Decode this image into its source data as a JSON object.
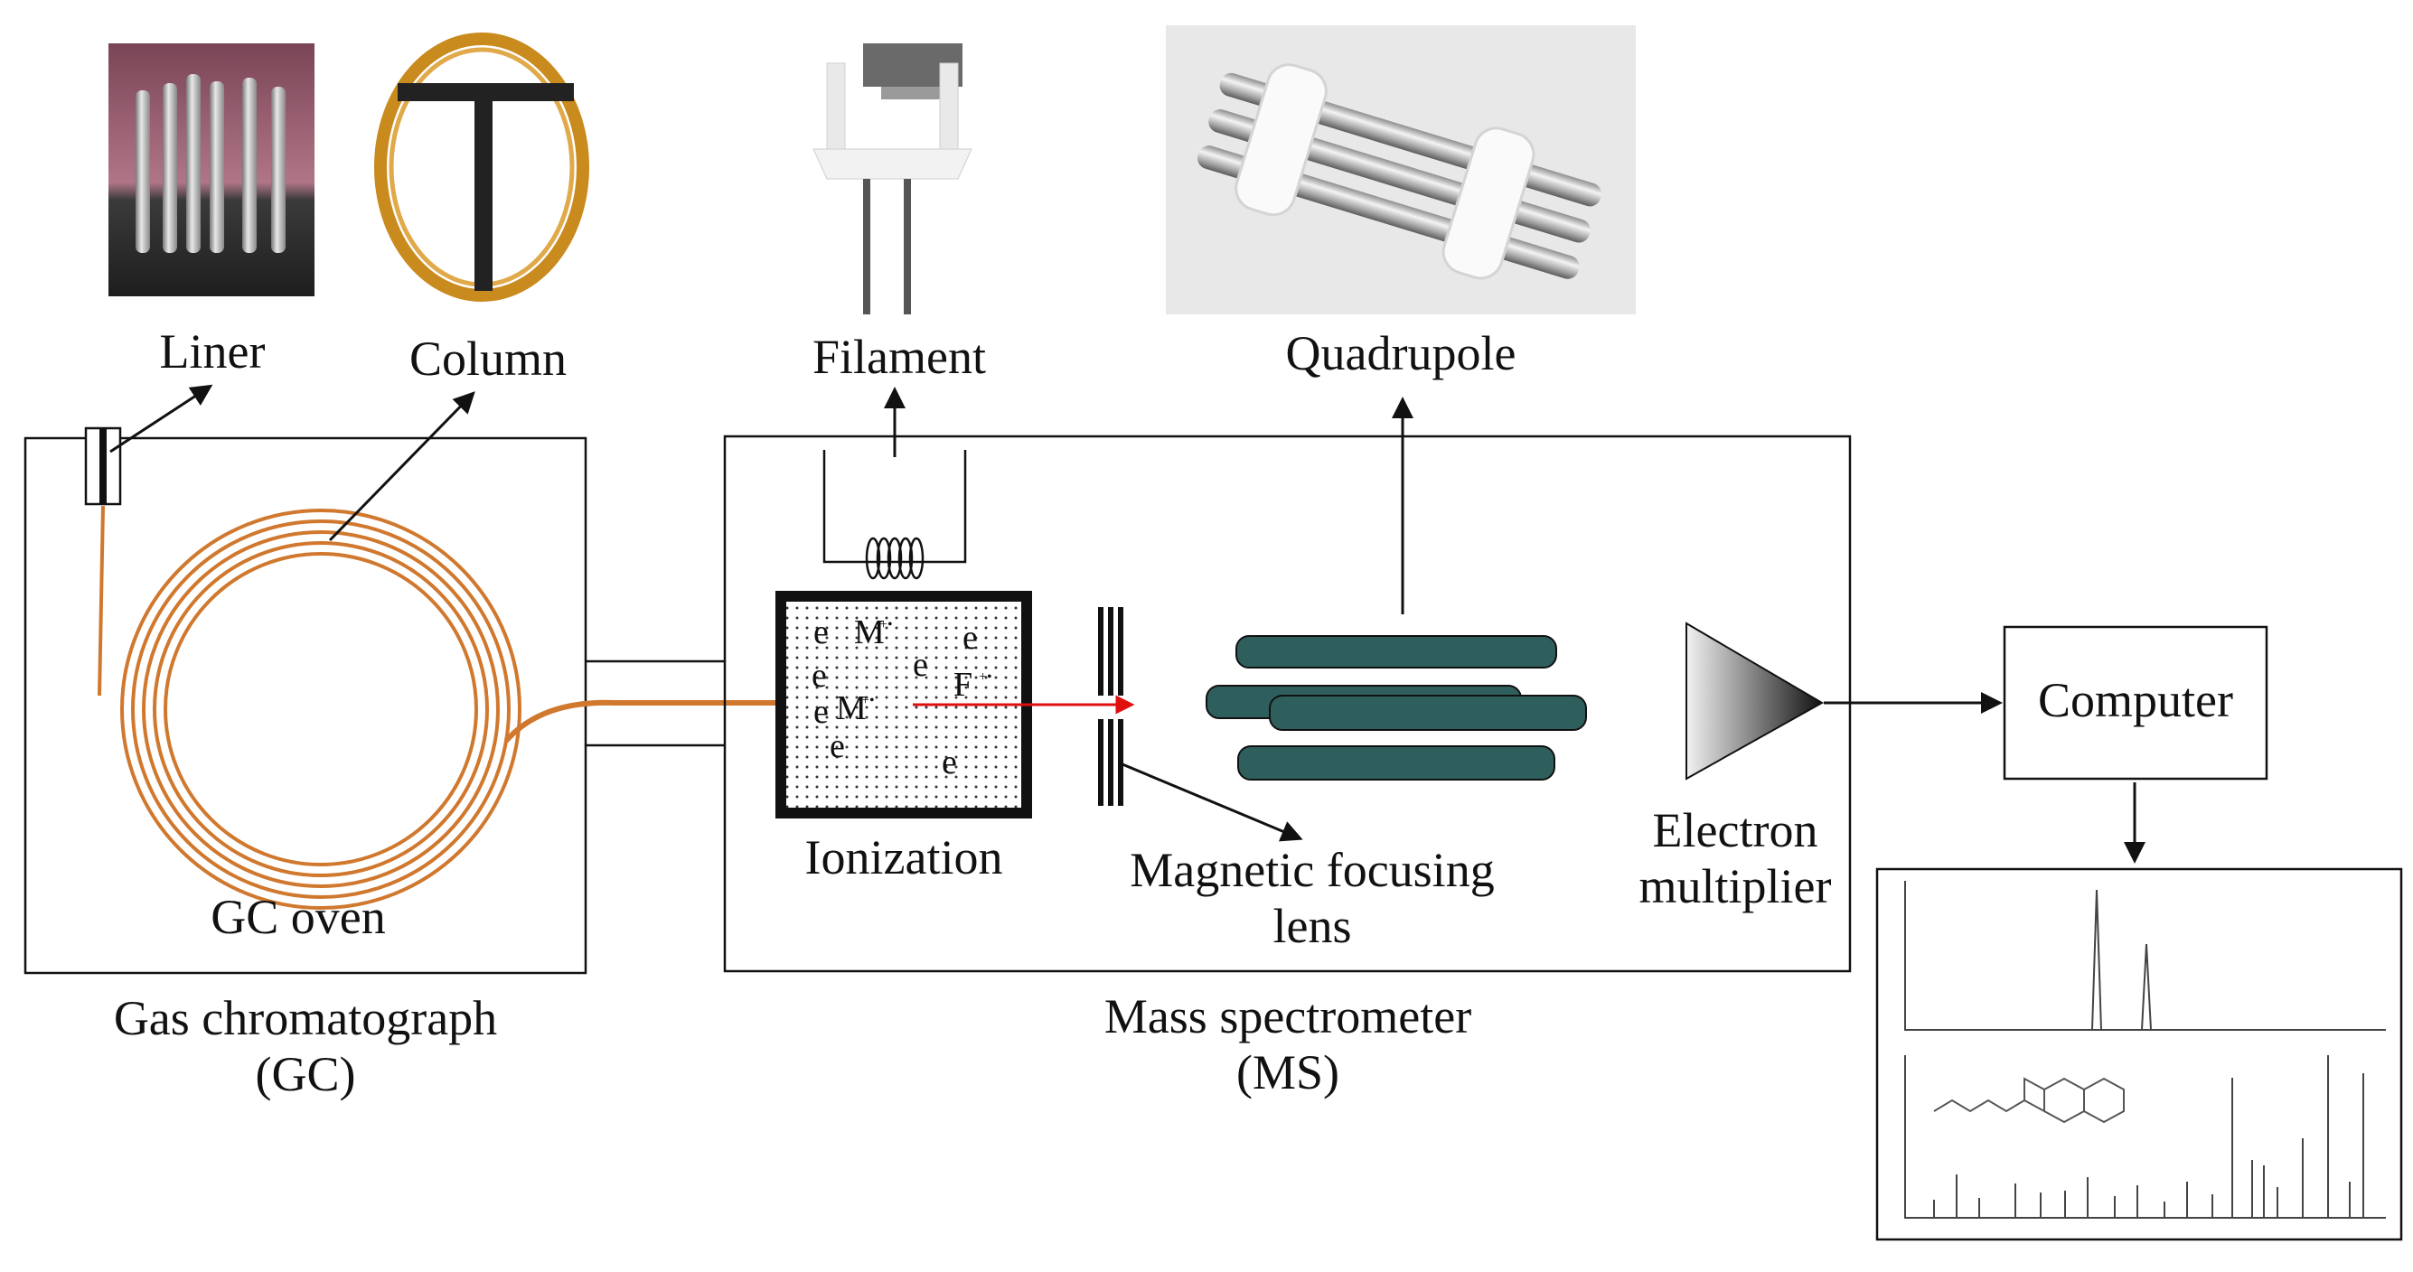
{
  "labels": {
    "liner": "Liner",
    "column": "Column",
    "filament": "Filament",
    "quadrupole": "Quadrupole",
    "gc_oven": "GC oven",
    "ionization": "Ionization",
    "magnetic_focusing_line1": "Magnetic focusing",
    "magnetic_focusing_line2": "lens",
    "electron_line1": "Electron",
    "electron_line2": "multiplier",
    "computer": "Computer",
    "gc_line1": "Gas chromatograph",
    "gc_line2": "(GC)",
    "ms_line1": "Mass spectrometer",
    "ms_line2": "(MS)"
  },
  "ion_chamber": {
    "symbols": [
      "e",
      "M",
      "e",
      "e",
      "e",
      "F",
      "e",
      "M",
      "e",
      "e"
    ],
    "superscripts": [
      "+•",
      "+•",
      "+•"
    ]
  },
  "colors": {
    "column_tubing": "#d0782e",
    "quadrupole_rods": "#2f5f5c",
    "ion_beam": "#e01010",
    "outline": "#111111"
  },
  "icons": {
    "liner": "liner-photo",
    "column": "gc-column-photo",
    "filament": "filament-photo",
    "quadrupole": "quadrupole-photo",
    "detector": "electron-multiplier-triangle",
    "output": "chromatogram-and-mass-spectrum"
  }
}
